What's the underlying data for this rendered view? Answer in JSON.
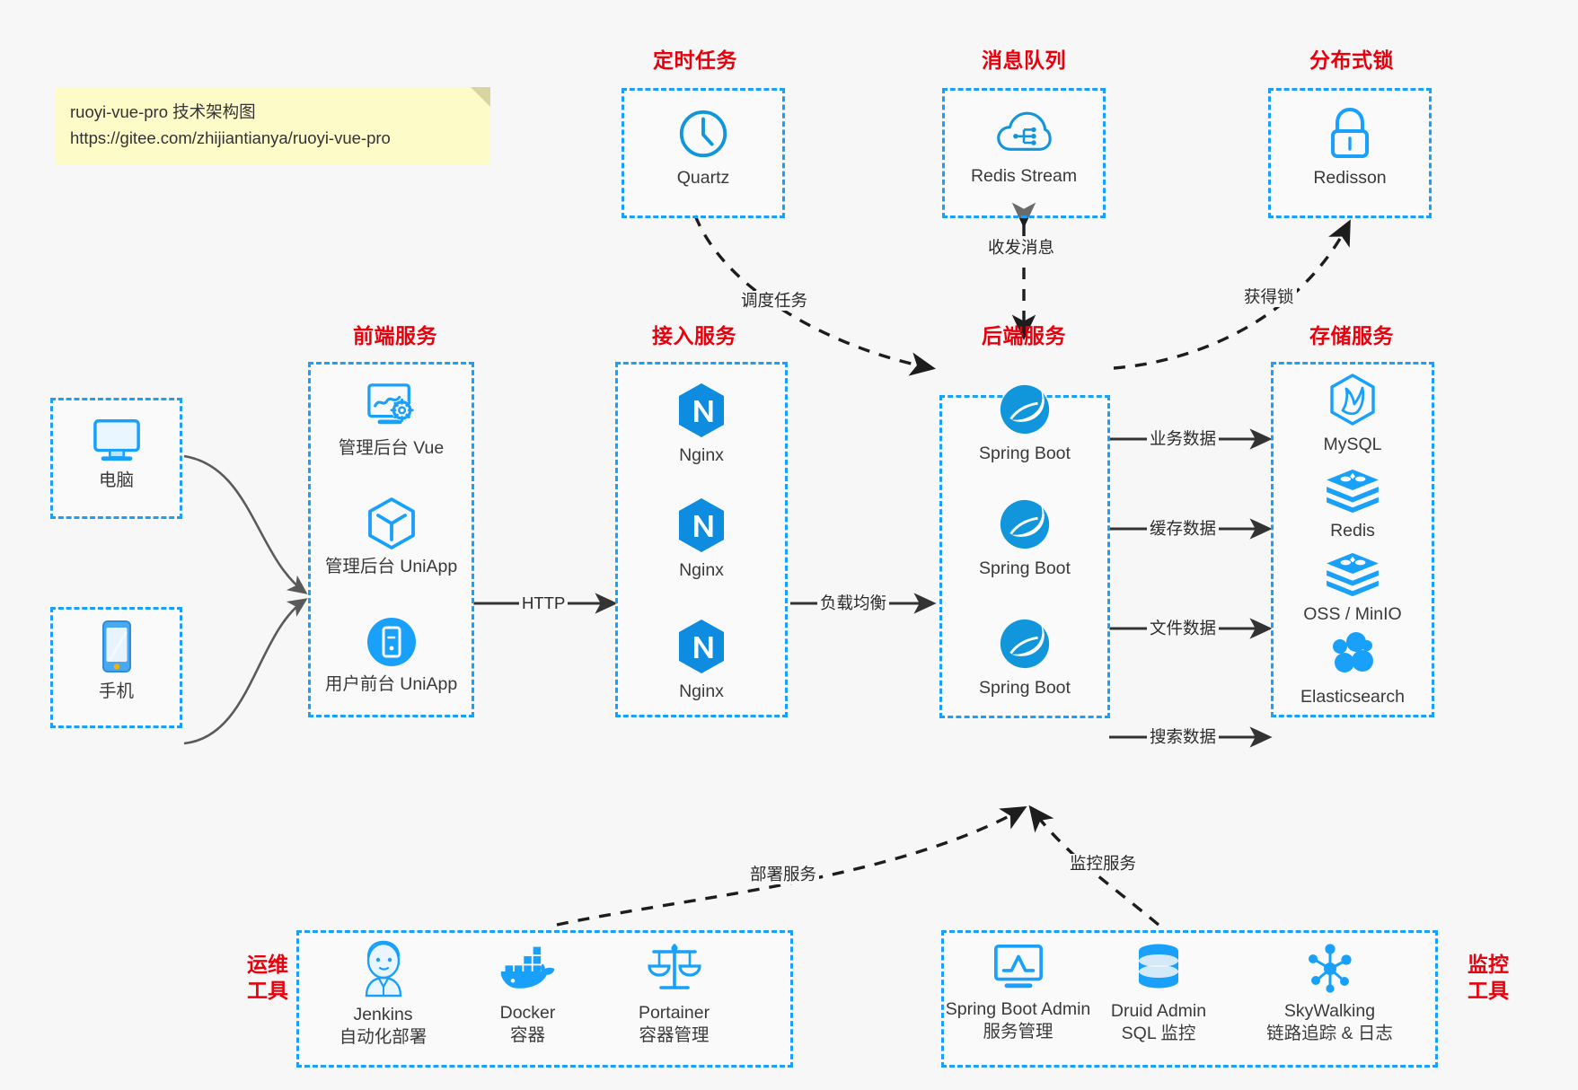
{
  "note": {
    "line1": "ruoyi-vue-pro 技术架构图",
    "line2": "https://gitee.com/zhijiantianya/ruoyi-vue-pro"
  },
  "colors": {
    "accent_blue": "#18a0fb",
    "header_red": "#e8000d",
    "icon_blue": "#1296db",
    "edge_gray": "#4d4d4d",
    "background": "#f7f7f7",
    "note_yellow": "#fdfbc8"
  },
  "groups": {
    "scheduled_task": {
      "title": "定时任务",
      "nodes": [
        {
          "label": "Quartz",
          "icon": "clock-icon"
        }
      ]
    },
    "message_queue": {
      "title": "消息队列",
      "nodes": [
        {
          "label": "Redis Stream",
          "icon": "cloud-stream-icon"
        }
      ]
    },
    "distributed_lock": {
      "title": "分布式锁",
      "nodes": [
        {
          "label": "Redisson",
          "icon": "lock-icon"
        }
      ]
    },
    "clients": {
      "title": "",
      "nodes": [
        {
          "label": "电脑",
          "icon": "desktop-icon"
        },
        {
          "label": "手机",
          "icon": "mobile-icon"
        }
      ]
    },
    "frontend": {
      "title": "前端服务",
      "nodes": [
        {
          "label": "管理后台 Vue",
          "icon": "dashboard-gear-icon"
        },
        {
          "label": "管理后台 UniApp",
          "icon": "cube-icon"
        },
        {
          "label": "用户前台 UniApp",
          "icon": "phone-circle-icon"
        }
      ]
    },
    "gateway": {
      "title": "接入服务",
      "nodes": [
        {
          "label": "Nginx",
          "icon": "nginx-icon"
        },
        {
          "label": "Nginx",
          "icon": "nginx-icon"
        },
        {
          "label": "Nginx",
          "icon": "nginx-icon"
        }
      ]
    },
    "backend": {
      "title": "后端服务",
      "nodes": [
        {
          "label": "Spring Boot",
          "icon": "spring-boot-icon"
        },
        {
          "label": "Spring Boot",
          "icon": "spring-boot-icon"
        },
        {
          "label": "Spring Boot",
          "icon": "spring-boot-icon"
        }
      ]
    },
    "storage": {
      "title": "存储服务",
      "nodes": [
        {
          "label": "MySQL",
          "icon": "mysql-icon"
        },
        {
          "label": "Redis",
          "icon": "redis-icon"
        },
        {
          "label": "OSS / MinIO",
          "icon": "oss-icon"
        },
        {
          "label": "Elasticsearch",
          "icon": "elasticsearch-icon"
        }
      ]
    },
    "devops": {
      "title": "运维\n工具",
      "title_line1": "运维",
      "title_line2": "工具",
      "nodes": [
        {
          "label": "Jenkins",
          "sublabel": "自动化部署",
          "icon": "jenkins-icon"
        },
        {
          "label": "Docker",
          "sublabel": "容器",
          "icon": "docker-icon"
        },
        {
          "label": "Portainer",
          "sublabel": "容器管理",
          "icon": "scales-icon"
        }
      ]
    },
    "monitoring": {
      "title_line1": "监控",
      "title_line2": "工具",
      "nodes": [
        {
          "label": "Spring Boot Admin",
          "sublabel": "服务管理",
          "icon": "monitor-chart-icon"
        },
        {
          "label": "Druid Admin",
          "sublabel": "SQL 监控",
          "icon": "database-icon"
        },
        {
          "label": "SkyWalking",
          "sublabel": "链路追踪 & 日志",
          "icon": "skywalking-icon"
        }
      ]
    }
  },
  "edges": [
    {
      "id": "schedule-task",
      "label": "调度任务",
      "from": "scheduled_task",
      "to": "backend",
      "style": "dashed"
    },
    {
      "id": "send-receive-message",
      "label": "收发消息",
      "from": "message_queue",
      "to": "backend",
      "style": "dashed"
    },
    {
      "id": "acquire-lock",
      "label": "获得锁",
      "from": "backend",
      "to": "distributed_lock",
      "style": "dashed"
    },
    {
      "id": "http",
      "label": "HTTP",
      "from": "frontend",
      "to": "gateway",
      "style": "solid"
    },
    {
      "id": "load-balance",
      "label": "负载均衡",
      "from": "gateway",
      "to": "backend",
      "style": "solid"
    },
    {
      "id": "business-data",
      "label": "业务数据",
      "from": "backend",
      "to": "MySQL",
      "style": "solid"
    },
    {
      "id": "cache-data",
      "label": "缓存数据",
      "from": "backend",
      "to": "Redis",
      "style": "solid"
    },
    {
      "id": "file-data",
      "label": "文件数据",
      "from": "backend",
      "to": "OSS / MinIO",
      "style": "solid"
    },
    {
      "id": "search-data",
      "label": "搜索数据",
      "from": "backend",
      "to": "Elasticsearch",
      "style": "solid"
    },
    {
      "id": "deploy-service",
      "label": "部署服务",
      "from": "devops",
      "to": "backend",
      "style": "dashed"
    },
    {
      "id": "monitor-service",
      "label": "监控服务",
      "from": "monitoring",
      "to": "backend",
      "style": "dashed"
    }
  ]
}
